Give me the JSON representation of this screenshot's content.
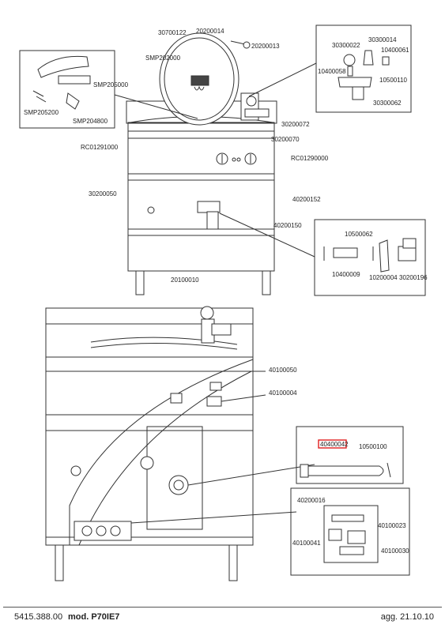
{
  "footer": {
    "doc_number": "5415.388.00",
    "model": "mod. P70IE7",
    "date": "agg. 21.10.10"
  },
  "parts": {
    "p30700122": "30700122",
    "p20200014": "20200014",
    "p20200013": "20200013",
    "SMP202000": "SMP202000",
    "SMP205000": "SMP205000",
    "SMP205200": "SMP205200",
    "SMP204800": "SMP204800",
    "p30300022": "30300022",
    "p30300014": "30300014",
    "p10400061": "10400061",
    "p10400058": "10400058",
    "p10500110": "10500110",
    "p30300062": "30300062",
    "p30200072": "30200072",
    "p30200070": "30200070",
    "RC01291000": "RC01291000",
    "RC01290000": "RC01290000",
    "p40200152": "40200152",
    "p30200050": "30200050",
    "p40200150": "40200150",
    "p10500062": "10500062",
    "p10400009": "10400009",
    "p10200004": "10200004",
    "p30200196": "30200196",
    "p20100010": "20100010",
    "p40100050": "40100050",
    "p40100004": "40100004",
    "p40400042": "40400042",
    "p10500100": "10500100",
    "p40200016": "40200016",
    "p40100023": "40100023",
    "p40100041": "40100041",
    "p40100030": "40100030"
  },
  "highlight_color": "#e02020"
}
